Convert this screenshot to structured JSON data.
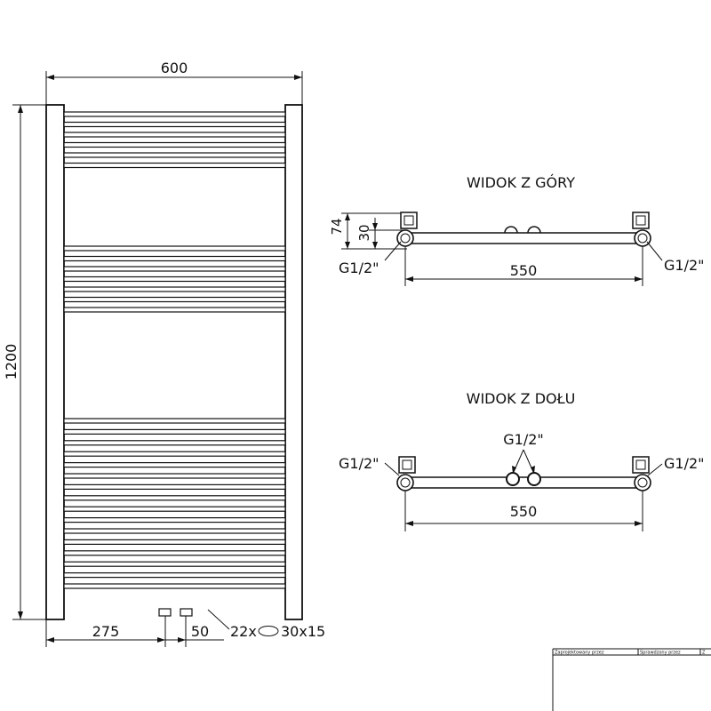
{
  "front_view": {
    "width_label": "600",
    "height_label": "1200",
    "offset_label": "275",
    "spacing_label": "50",
    "tube_label": "22x",
    "profile_label": "30x15"
  },
  "top_view": {
    "title": "WIDOK Z GÓRY",
    "depth_label": "74",
    "inner_depth_label": "30",
    "connection_left": "G1/2\"",
    "connection_right": "G1/2\"",
    "spacing_label": "550"
  },
  "bottom_view": {
    "title": "WIDOK Z DOŁU",
    "connection_center": "G1/2\"",
    "connection_left": "G1/2\"",
    "connection_right": "G1/2\"",
    "spacing_label": "550"
  },
  "title_block": {
    "cells": [
      "Zaprojektowany przez",
      "Sprawdzony przez",
      "Z"
    ]
  }
}
